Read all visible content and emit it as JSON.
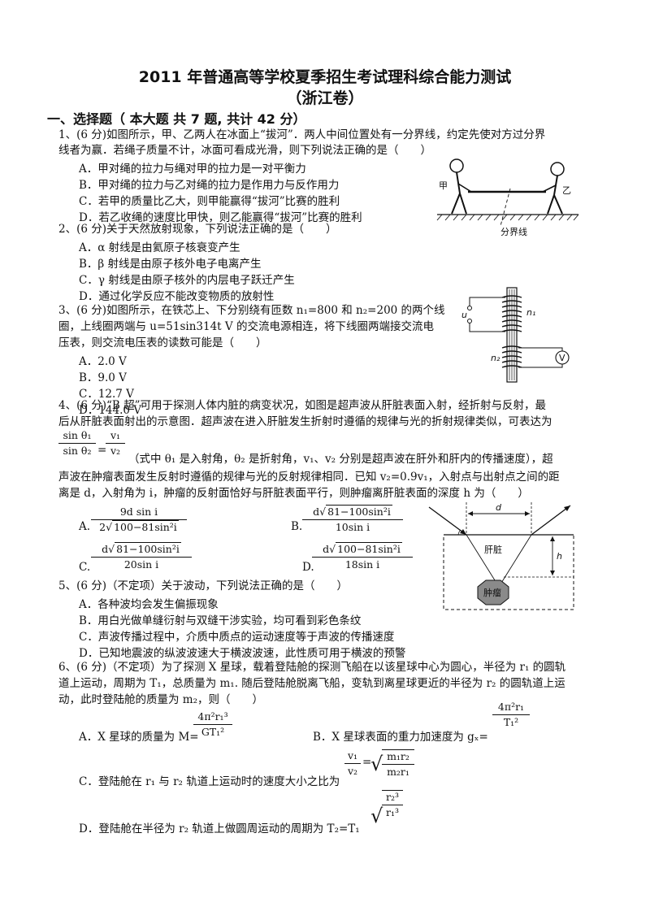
{
  "title": {
    "line1": "2011 年普通高等学校夏季招生考试理科综合能力测试",
    "line2": "（浙江卷）"
  },
  "section1": {
    "heading": "一、选择题（ 本大题 共 7 题, 共计 42 分）"
  },
  "q1": {
    "stem_l1": "1、(6 分)如图所示，甲、乙两人在冰面上“拔河”．两人中间位置处有一分界线，约定先使对方过分界",
    "stem_l2": "线者为赢．若绳子质量不计，冰面可看成光滑，则下列说法正确的是（　　）",
    "options": [
      "A．甲对绳的拉力与绳对甲的拉力是一对平衡力",
      "B．甲对绳的拉力与乙对绳的拉力是作用力与反作用力",
      "C．若甲的质量比乙大，则甲能赢得“拔河”比赛的胜利",
      "D．若乙收绳的速度比甲快，则乙能赢得“拔河”比赛的胜利"
    ],
    "fig_labels": {
      "jia": "甲",
      "yi": "乙",
      "line": "分界线"
    }
  },
  "q2": {
    "stem": "2、(6 分)关于天然放射现象，下列说法正确的是（　　）",
    "options": [
      "A．α 射线是由氦原子核衰变产生",
      "B．β 射线是由原子核外电子电离产生",
      "C．γ 射线是由原子核外的内层电子跃迁产生",
      "D．通过化学反应不能改变物质的放射性"
    ]
  },
  "q3": {
    "stem_l1": "3、(6 分)如图所示，在铁芯上、下分别绕有匝数 n₁=800 和 n₂=200 的两个线",
    "stem_l2": "圈，上线圈两端与 u=51sin314t V 的交流电源相连，将下线圈两端接交流电",
    "stem_l3": "压表，则交流电压表的读数可能是（　　）",
    "options": [
      "A．2.0 V",
      "B．9.0 V",
      "C．12.7 V",
      "D．144.0 V"
    ],
    "fig_labels": {
      "u": "u",
      "n1": "n₁",
      "n2": "n₂",
      "v": "V"
    }
  },
  "q4": {
    "stem_l1": "4、(6 分)“B 超”可用于探测人体内脏的病变状况，如图是超声波从肝脏表面入射，经折射与反射，最",
    "stem_l2": "后从肝脏表面射出的示意图．超声波在进入肝脏发生折射时遵循的规律与光的折射规律类似，可表达为",
    "formula_num": "sin θ₁",
    "formula_den": "sin θ₂",
    "formula_rnum": "v₁",
    "formula_rden": "v₂",
    "formula_eq": "=",
    "stem_l3": "（式中 θ₁ 是入射角，θ₂ 是折射角，v₁、v₂ 分别是超声波在肝外和肝内的传播速度），超",
    "stem_l4": "声波在肿瘤表面发生反射时遵循的规律与光的反射规律相同．已知 v₂=0.9v₁，入射点与出射点之间的距",
    "stem_l5": "离是 d，入射角为 i，肿瘤的反射面恰好与肝脏表面平行，则肿瘤离肝脏表面的深度 h 为（　　）",
    "options": {
      "a_label": "A.",
      "a_num": "9d sin i",
      "a_den_pre": "2",
      "a_den_rad": "100−81sin²i",
      "b_label": "B.",
      "b_num_pre": "d",
      "b_num_rad": "81−100sin²i",
      "b_den": "10sin i",
      "c_label": "C.",
      "c_num_pre": "d",
      "c_num_rad": "81−100sin²i",
      "c_den": "20sin i",
      "d_label": "D.",
      "d_num_pre": "d",
      "d_num_rad": "100−81sin²i",
      "d_den": "18sin i"
    },
    "fig_labels": {
      "d": "d",
      "h": "h",
      "liver": "肝脏",
      "tumor": "肿瘤"
    }
  },
  "q5": {
    "stem": "5、(6 分)（不定项）关于波动，下列说法正确的是（　　）",
    "options": [
      "A．各种波均会发生偏振现象",
      "B．用白光做单缝衍射与双缝干涉实验，均可看到彩色条纹",
      "C．声波传播过程中，介质中质点的运动速度等于声波的传播速度",
      "D．已知地震波的纵波波速大于横波波速，此性质可用于横波的预警"
    ]
  },
  "q6": {
    "stem_l1": "6、(6 分)（不定项）为了探测 X 星球，载着登陆舱的探测飞船在以该星球中心为圆心，半径为 r₁ 的圆轨",
    "stem_l2": "道上运动，周期为 T₁，总质量为 m₁. 随后登陆舱脱离飞船，变轨到离星球更近的半径为 r₂ 的圆轨道上运",
    "stem_l3": "动，此时登陆舱的质量为 m₂，则（　　）",
    "opt_a": "A．X 星球的质量为 M=",
    "opt_a_num": "4π²r₁³",
    "opt_a_den": "GT₁²",
    "opt_b": "B．X 星球表面的重力加速度为 gₓ=",
    "opt_b_num": "4π²r₁",
    "opt_b_den": "T₁²",
    "opt_c": "C．登陆舱在 r₁ 与 r₂ 轨道上运动时的速度大小之比为",
    "opt_c_num": "v₁",
    "opt_c_den": "v₂",
    "opt_c_eq": "=",
    "opt_c_rnum": "m₁r₂",
    "opt_c_rden": "m₂r₁",
    "opt_d": "D．登陆舱在半径为 r₂ 轨道上做圆周运动的周期为 T₂=T₁",
    "opt_d_rnum": "r₂³",
    "opt_d_rden": "r₁³"
  }
}
